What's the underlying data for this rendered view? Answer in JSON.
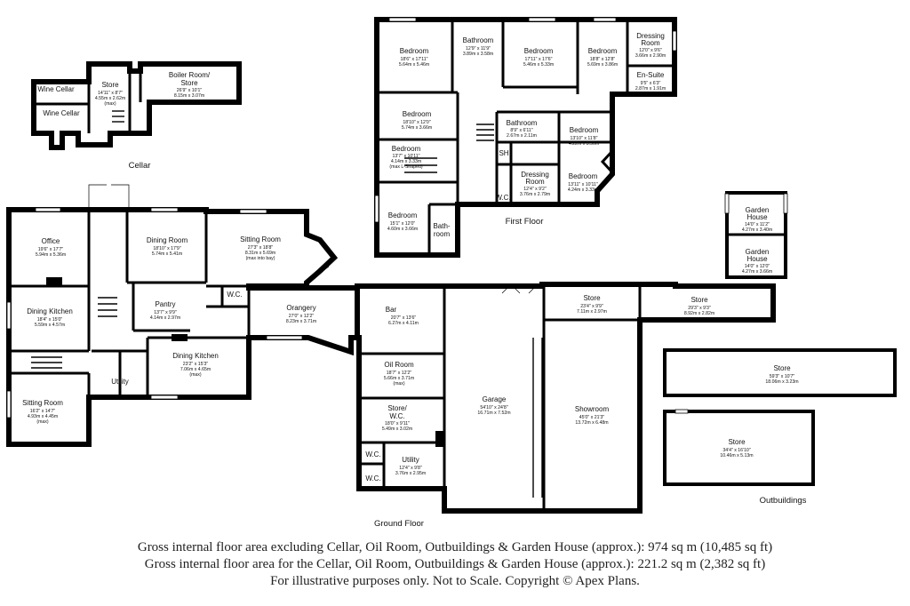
{
  "rooms": {
    "wine_cellar_1": {
      "name": "Wine Cellar"
    },
    "wine_cellar_2": {
      "name": "Wine Cellar"
    },
    "cellar_store": {
      "name": "Store",
      "dim1": "14'11\" x 8'7\"",
      "dim2": "4.55m x 2.62m",
      "dim3": "(max)"
    },
    "boiler_room": {
      "name": "Boiler Room/",
      "name2": "Store",
      "dim1": "26'9\" x 10'1\"",
      "dim2": "8.15m x 3.07m"
    },
    "office": {
      "name": "Office",
      "dim1": "19'6\" x 17'7\"",
      "dim2": "5.94m x 5.36m"
    },
    "dining_room": {
      "name": "Dining Room",
      "dim1": "18'10\" x 17'9\"",
      "dim2": "5.74m x 5.41m"
    },
    "sitting_room_main": {
      "name": "Sitting Room",
      "dim1": "27'3\" x 18'8\"",
      "dim2": "8.31m x 5.69m",
      "dim3": "(max into bay)"
    },
    "wc_ground": {
      "name": "W.C."
    },
    "dining_kitchen_1": {
      "name": "Dining Kitchen",
      "dim1": "18'4\" x 15'0\"",
      "dim2": "5.59m x 4.57m"
    },
    "pantry": {
      "name": "Pantry",
      "dim1": "13'7\" x 9'9\"",
      "dim2": "4.14m x 2.97m"
    },
    "orangery": {
      "name": "Orangery",
      "dim1": "27'0\" x 12'2\"",
      "dim2": "8.23m x 3.71m"
    },
    "bar": {
      "name": "Bar",
      "dim1": "20'7\" x 13'6\"",
      "dim2": "6.27m x 4.11m"
    },
    "dining_kitchen_2": {
      "name": "Dining Kitchen",
      "dim1": "23'2\" x 15'3\"",
      "dim2": "7.06m x 4.65m",
      "dim3": "(max)"
    },
    "utility_main": {
      "name": "Utility"
    },
    "sitting_room_small": {
      "name": "Sitting Room",
      "dim1": "16'2\" x 14'7\"",
      "dim2": "4.93m x 4.45m",
      "dim3": "(max)"
    },
    "oil_room": {
      "name": "Oil Room",
      "dim1": "18'7\" x 12'2\"",
      "dim2": "5.66m x 3.71m",
      "dim3": "(max)"
    },
    "store_wc": {
      "name": "Store/",
      "name2": "W.C.",
      "dim1": "18'0\" x 9'11\"",
      "dim2": "5.49m x 3.02m"
    },
    "wc_a": {
      "name": "W.C."
    },
    "wc_b": {
      "name": "W.C."
    },
    "utility_garage": {
      "name": "Utility",
      "dim1": "12'4\" x 9'8\"",
      "dim2": "3.76m x 2.95m"
    },
    "garage": {
      "name": "Garage",
      "dim1": "54'10\" x 24'8\"",
      "dim2": "16.71m x 7.52m"
    },
    "showroom": {
      "name": "Showroom",
      "dim1": "45'0\" x 21'3\"",
      "dim2": "13.72m x 6.48m"
    },
    "store_front1": {
      "name": "Store",
      "dim1": "23'4\" x 9'9\"",
      "dim2": "7.11m x 2.97m"
    },
    "store_front2": {
      "name": "Store",
      "dim1": "29'3\" x 9'3\"",
      "dim2": "8.92m x 2.82m"
    },
    "out_store1": {
      "name": "Store",
      "dim1": "59'3\" x 10'7\"",
      "dim2": "18.06m x 3.23m"
    },
    "out_store2": {
      "name": "Store",
      "dim1": "34'4\" x 16'10\"",
      "dim2": "10.46m x 5.13m"
    },
    "garden_house1": {
      "name": "Garden",
      "name2": "House",
      "dim1": "14'0\" x 11'2\"",
      "dim2": "4.27m x 3.40m"
    },
    "garden_house2": {
      "name": "Garden",
      "name2": "House",
      "dim1": "14'0\" x 12'0\"",
      "dim2": "4.27m x 3.66m"
    },
    "bed1": {
      "name": "Bedroom",
      "dim1": "18'6\" x 17'11\"",
      "dim2": "5.64m x 5.46m"
    },
    "bath_ff1": {
      "name": "Bathroom",
      "dim1": "12'9\" x 11'9\"",
      "dim2": "3.89m x 3.58m"
    },
    "bed2": {
      "name": "Bedroom",
      "dim1": "17'11\" x 17'6\"",
      "dim2": "5.46m x 5.33m"
    },
    "bed3": {
      "name": "Bedroom",
      "dim1": "18'8\" x 12'8\"",
      "dim2": "5.69m x 3.86m"
    },
    "dressing1": {
      "name": "Dressing",
      "name2": "Room",
      "dim1": "12'0\" x 9'6\"",
      "dim2": "3.66m x 2.90m"
    },
    "ensuite": {
      "name": "En-Suite",
      "dim1": "9'5\" x 6'3\"",
      "dim2": "2.87m x 1.91m"
    },
    "bed4": {
      "name": "Bedroom",
      "dim1": "18'10\" x 12'0\"",
      "dim2": "5.74m x 3.66m"
    },
    "bath_ff2": {
      "name": "Bathroom",
      "dim1": "8'9\" x 6'11\"",
      "dim2": "2.67m x 2.11m"
    },
    "bed5": {
      "name": "Bedroom",
      "dim1": "13'10\" x 11'8\"",
      "dim2": "4.22m x 3.56m"
    },
    "bed6": {
      "name": "Bedroom",
      "dim1": "13'7\" x 10'11\"",
      "dim2": "4.14m x 3.33m",
      "dim3": "(max L-Shaped)"
    },
    "sh": {
      "name": "SH"
    },
    "dressing2": {
      "name": "Dressing",
      "name2": "Room",
      "dim1": "12'4\" x 9'2\"",
      "dim2": "3.76m x 2.79m"
    },
    "bed7": {
      "name": "Bedroom",
      "dim1": "13'11\" x 10'11\"",
      "dim2": "4.24m x 3.33m"
    },
    "wc_ff": {
      "name": "W.C."
    },
    "bed8": {
      "name": "Bedroom",
      "dim1": "15'1\" x 12'0\"",
      "dim2": "4.60m x 3.66m"
    },
    "bathroom_ff3": {
      "name": "Bath-",
      "name2": "room"
    }
  },
  "labels": {
    "cellar": "Cellar",
    "first_floor": "First Floor",
    "ground_floor": "Ground Floor",
    "outbuildings": "Outbuildings"
  },
  "footer": {
    "line1": "Gross internal floor area excluding Cellar, Oil Room, Outbuildings & Garden House (approx.): 974 sq m (10,485 sq ft)",
    "line2": "Gross internal floor area for the Cellar, Oil Room, Outbuildings & Garden House (approx.): 221.2 sq m (2,382 sq ft)",
    "line3": "For illustrative purposes only. Not to Scale. Copyright © Apex Plans."
  }
}
